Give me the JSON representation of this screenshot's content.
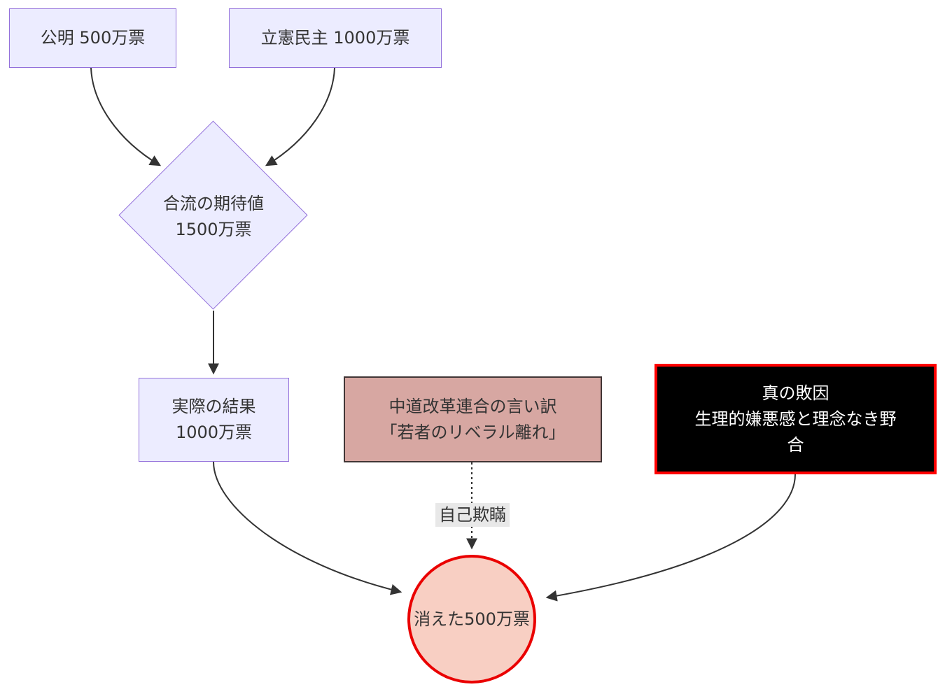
{
  "nodes": {
    "komei": {
      "label": "公明 500万票"
    },
    "rikken": {
      "label": "立憲民主 1000万票"
    },
    "expectation": {
      "line1": "合流の期待値",
      "line2": "1500万票"
    },
    "actual": {
      "line1": "実際の結果",
      "line2": "1000万票"
    },
    "excuse": {
      "line1": "中道改革連合の言い訳",
      "line2": "「若者のリベラル離れ」"
    },
    "true_cause": {
      "line1": "真の敗因",
      "line2": "生理的嫌悪感と理念なき野合"
    },
    "lost_votes": {
      "label": "消えた500万票"
    }
  },
  "edges": {
    "self_deception_label": "自己欺瞞"
  },
  "colors": {
    "node_fill": "#ECECFF",
    "node_border": "#9370DB",
    "excuse_fill": "#d7a7a2",
    "excuse_border": "#413535",
    "true_cause_fill": "#000000",
    "true_cause_border": "#ff0000",
    "lost_votes_fill": "#f8cfc3",
    "lost_votes_border": "#ea0000",
    "edge_stroke": "#333333",
    "edge_label_bg": "#e8e8e8",
    "text": "#333333",
    "text_inverse": "#ffffff"
  }
}
